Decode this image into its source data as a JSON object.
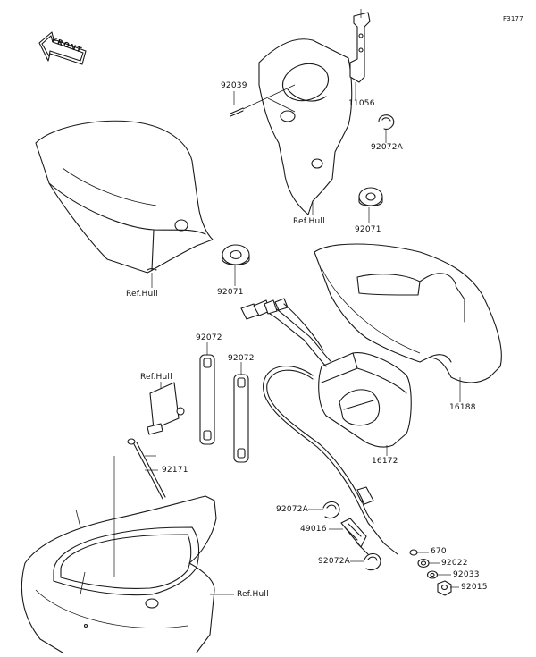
{
  "figure_code": "F3177",
  "front_label": "FRONT",
  "parts": [
    {
      "id": "p-92039",
      "number": "92039"
    },
    {
      "id": "p-11056",
      "number": "11056"
    },
    {
      "id": "p-92072A-top",
      "number": "92072A"
    },
    {
      "id": "p-refhull-top",
      "number": "Ref.Hull"
    },
    {
      "id": "p-92071-right",
      "number": "92071"
    },
    {
      "id": "p-refhull-left",
      "number": "Ref.Hull"
    },
    {
      "id": "p-92071-left",
      "number": "92071"
    },
    {
      "id": "p-92072-a",
      "number": "92072"
    },
    {
      "id": "p-92072-b",
      "number": "92072"
    },
    {
      "id": "p-refhull-mid",
      "number": "Ref.Hull"
    },
    {
      "id": "p-16188",
      "number": "16188"
    },
    {
      "id": "p-16172",
      "number": "16172"
    },
    {
      "id": "p-92171",
      "number": "92171"
    },
    {
      "id": "p-92072A-mid",
      "number": "92072A"
    },
    {
      "id": "p-49016",
      "number": "49016"
    },
    {
      "id": "p-92072A-low",
      "number": "92072A"
    },
    {
      "id": "p-670",
      "number": "670"
    },
    {
      "id": "p-92022",
      "number": "92022"
    },
    {
      "id": "p-92033",
      "number": "92033"
    },
    {
      "id": "p-92015",
      "number": "92015"
    },
    {
      "id": "p-refhull-bottom",
      "number": "Ref.Hull"
    }
  ]
}
